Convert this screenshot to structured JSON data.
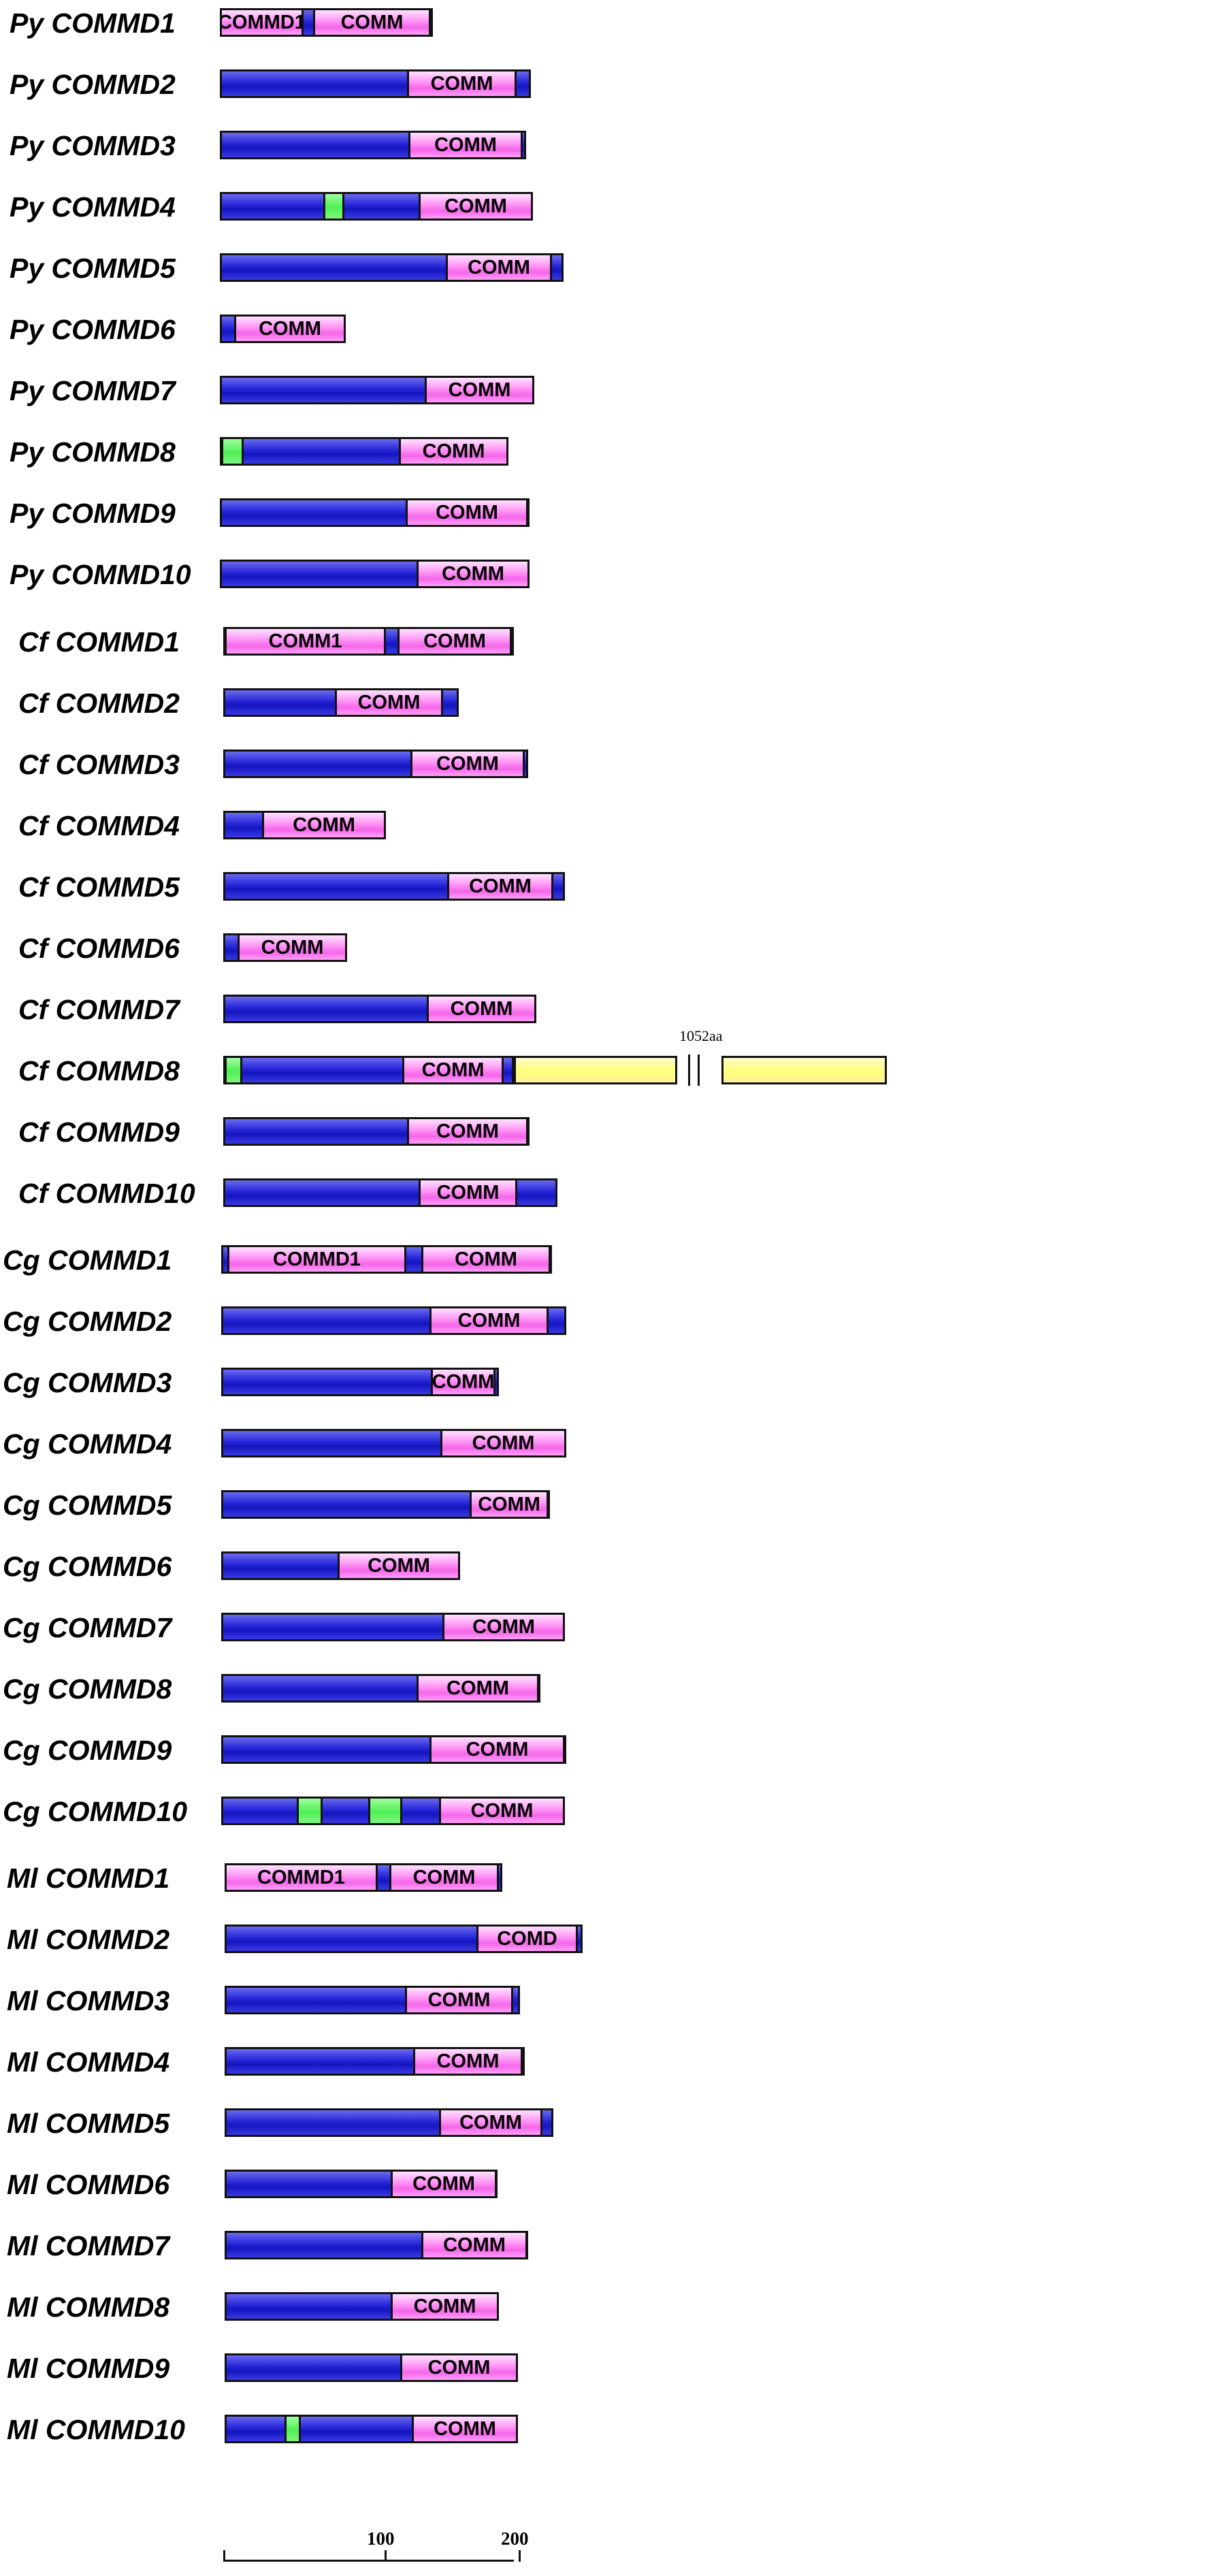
{
  "colors": {
    "backbone": "#2323d6",
    "comm_domain": "#ff88f2",
    "other_domain": "#4ef053",
    "extension": "#ffff7a",
    "outline": "#111111"
  },
  "extension_label": "1052aa",
  "axis": {
    "ticks": [
      {
        "label": "100"
      },
      {
        "label": "200"
      }
    ]
  },
  "groups": [
    {
      "proteins": [
        {
          "label": "Py COMMD1",
          "length": 132,
          "domains": [
            {
              "name": "COMMD1",
              "start": 1,
              "end": 52,
              "type": "comm"
            },
            {
              "name": "COMM",
              "start": 59,
              "end": 131,
              "type": "comm"
            }
          ]
        },
        {
          "label": "Py COMMD2",
          "length": 193,
          "domains": [
            {
              "name": "COMM",
              "start": 117,
              "end": 184,
              "type": "comm"
            }
          ]
        },
        {
          "label": "Py COMMD3",
          "length": 190,
          "domains": [
            {
              "name": "COMM",
              "start": 118,
              "end": 188,
              "type": "comm"
            }
          ]
        },
        {
          "label": "Py COMMD4",
          "length": 194,
          "domains": [
            {
              "name": "",
              "start": 65,
              "end": 77,
              "type": "green"
            },
            {
              "name": "COMM",
              "start": 124,
              "end": 194,
              "type": "comm"
            }
          ]
        },
        {
          "label": "Py COMMD5",
          "length": 213,
          "domains": [
            {
              "name": "COMM",
              "start": 141,
              "end": 206,
              "type": "comm"
            }
          ]
        },
        {
          "label": "Py COMMD6",
          "length": 78,
          "domains": [
            {
              "name": "COMM",
              "start": 10,
              "end": 78,
              "type": "comm"
            }
          ]
        },
        {
          "label": "Py COMMD7",
          "length": 195,
          "domains": [
            {
              "name": "COMM",
              "start": 128,
              "end": 195,
              "type": "comm"
            }
          ]
        },
        {
          "label": "Py COMMD8",
          "length": 179,
          "domains": [
            {
              "name": "",
              "start": 2,
              "end": 15,
              "type": "green"
            },
            {
              "name": "COMM",
              "start": 112,
              "end": 179,
              "type": "comm"
            }
          ]
        },
        {
          "label": "Py COMMD9",
          "length": 192,
          "domains": [
            {
              "name": "COMM",
              "start": 116,
              "end": 191,
              "type": "comm"
            }
          ]
        },
        {
          "label": "Py COMMD10",
          "length": 192,
          "domains": [
            {
              "name": "COMM",
              "start": 123,
              "end": 192,
              "type": "comm"
            }
          ]
        }
      ]
    },
    {
      "proteins": [
        {
          "label": "Cf COMMD1",
          "length": 180,
          "domains": [
            {
              "name": "COMM1",
              "start": 2,
              "end": 101,
              "type": "comm"
            },
            {
              "name": "COMM",
              "start": 109,
              "end": 179,
              "type": "comm"
            }
          ]
        },
        {
          "label": "Cf COMMD2",
          "length": 146,
          "domains": [
            {
              "name": "COMM",
              "start": 70,
              "end": 136,
              "type": "comm"
            }
          ]
        },
        {
          "label": "Cf COMMD3",
          "length": 189,
          "domains": [
            {
              "name": "COMM",
              "start": 117,
              "end": 187,
              "type": "comm"
            }
          ]
        },
        {
          "label": "Cf COMMD4",
          "length": 101,
          "domains": [
            {
              "name": "COMM",
              "start": 25,
              "end": 101,
              "type": "comm"
            }
          ]
        },
        {
          "label": "Cf COMMD5",
          "length": 212,
          "domains": [
            {
              "name": "COMM",
              "start": 140,
              "end": 205,
              "type": "comm"
            }
          ]
        },
        {
          "label": "Cf COMMD6",
          "length": 77,
          "domains": [
            {
              "name": "COMM",
              "start": 10,
              "end": 77,
              "type": "comm"
            }
          ]
        },
        {
          "label": "Cf COMMD7",
          "length": 194,
          "domains": [
            {
              "name": "COMM",
              "start": 127,
              "end": 194,
              "type": "comm"
            }
          ]
        },
        {
          "label": "Cf COMMD8",
          "length": 180,
          "domains": [
            {
              "name": "",
              "start": 2,
              "end": 12,
              "type": "green"
            },
            {
              "name": "COMM",
              "start": 112,
              "end": 174,
              "type": "comm"
            }
          ]
        },
        {
          "label": "Cf COMMD9",
          "length": 190,
          "domains": [
            {
              "name": "COMM",
              "start": 115,
              "end": 189,
              "type": "comm"
            }
          ]
        },
        {
          "label": "Cf COMMD10",
          "length": 207,
          "domains": [
            {
              "name": "COMM",
              "start": 122,
              "end": 182,
              "type": "comm"
            }
          ]
        }
      ]
    },
    {
      "proteins": [
        {
          "label": "Cg COMMD1",
          "length": 205,
          "domains": [
            {
              "name": "COMMD1",
              "start": 5,
              "end": 115,
              "type": "comm"
            },
            {
              "name": "COMM",
              "start": 125,
              "end": 204,
              "type": "comm"
            }
          ]
        },
        {
          "label": "Cg COMMD2",
          "length": 214,
          "domains": [
            {
              "name": "COMM",
              "start": 130,
              "end": 203,
              "type": "comm"
            }
          ]
        },
        {
          "label": "Cg COMMD3",
          "length": 172,
          "domains": [
            {
              "name": "COMM",
              "start": 131,
              "end": 170,
              "type": "comm"
            }
          ]
        },
        {
          "label": "Cg COMMD4",
          "length": 214,
          "domains": [
            {
              "name": "COMM",
              "start": 137,
              "end": 214,
              "type": "comm"
            }
          ]
        },
        {
          "label": "Cg COMMD5",
          "length": 204,
          "domains": [
            {
              "name": "COMM",
              "start": 155,
              "end": 203,
              "type": "comm"
            }
          ]
        },
        {
          "label": "Cg COMMD6",
          "length": 148,
          "domains": [
            {
              "name": "COMM",
              "start": 73,
              "end": 148,
              "type": "comm"
            }
          ]
        },
        {
          "label": "Cg COMMD7",
          "length": 213,
          "domains": [
            {
              "name": "COMM",
              "start": 138,
              "end": 213,
              "type": "comm"
            }
          ]
        },
        {
          "label": "Cg COMMD8",
          "length": 198,
          "domains": [
            {
              "name": "COMM",
              "start": 122,
              "end": 197,
              "type": "comm"
            }
          ]
        },
        {
          "label": "Cg COMMD9",
          "length": 214,
          "domains": [
            {
              "name": "COMM",
              "start": 130,
              "end": 213,
              "type": "comm"
            }
          ]
        },
        {
          "label": "Cg COMMD10",
          "length": 213,
          "domains": [
            {
              "name": "",
              "start": 48,
              "end": 63,
              "type": "green"
            },
            {
              "name": "",
              "start": 92,
              "end": 112,
              "type": "green"
            },
            {
              "name": "COMM",
              "start": 136,
              "end": 213,
              "type": "comm"
            }
          ]
        }
      ]
    },
    {
      "proteins": [
        {
          "label": "Ml COMMD1",
          "length": 172,
          "domains": [
            {
              "name": "COMMD1",
              "start": 1,
              "end": 95,
              "type": "comm"
            },
            {
              "name": "COMM",
              "start": 103,
              "end": 170,
              "type": "comm"
            }
          ]
        },
        {
          "label": "Ml COMMD2",
          "length": 222,
          "domains": [
            {
              "name": "COMD",
              "start": 157,
              "end": 219,
              "type": "comm"
            }
          ]
        },
        {
          "label": "Ml COMMD3",
          "length": 183,
          "domains": [
            {
              "name": "COMM",
              "start": 113,
              "end": 179,
              "type": "comm"
            }
          ]
        },
        {
          "label": "Ml COMMD4",
          "length": 186,
          "domains": [
            {
              "name": "COMM",
              "start": 118,
              "end": 185,
              "type": "comm"
            }
          ]
        },
        {
          "label": "Ml COMMD5",
          "length": 204,
          "domains": [
            {
              "name": "COMM",
              "start": 134,
              "end": 197,
              "type": "comm"
            }
          ]
        },
        {
          "label": "Ml COMMD6",
          "length": 169,
          "domains": [
            {
              "name": "COMM",
              "start": 104,
              "end": 169,
              "type": "comm"
            }
          ]
        },
        {
          "label": "Ml COMMD7",
          "length": 188,
          "domains": [
            {
              "name": "COMM",
              "start": 123,
              "end": 188,
              "type": "comm"
            }
          ]
        },
        {
          "label": "Ml COMMD8",
          "length": 170,
          "domains": [
            {
              "name": "COMM",
              "start": 104,
              "end": 170,
              "type": "comm"
            }
          ]
        },
        {
          "label": "Ml COMMD9",
          "length": 182,
          "domains": [
            {
              "name": "COMM",
              "start": 110,
              "end": 182,
              "type": "comm"
            }
          ]
        },
        {
          "label": "Ml COMMD10",
          "length": 182,
          "domains": [
            {
              "name": "",
              "start": 38,
              "end": 47,
              "type": "green"
            },
            {
              "name": "COMM",
              "start": 117,
              "end": 182,
              "type": "comm"
            }
          ]
        }
      ]
    }
  ]
}
